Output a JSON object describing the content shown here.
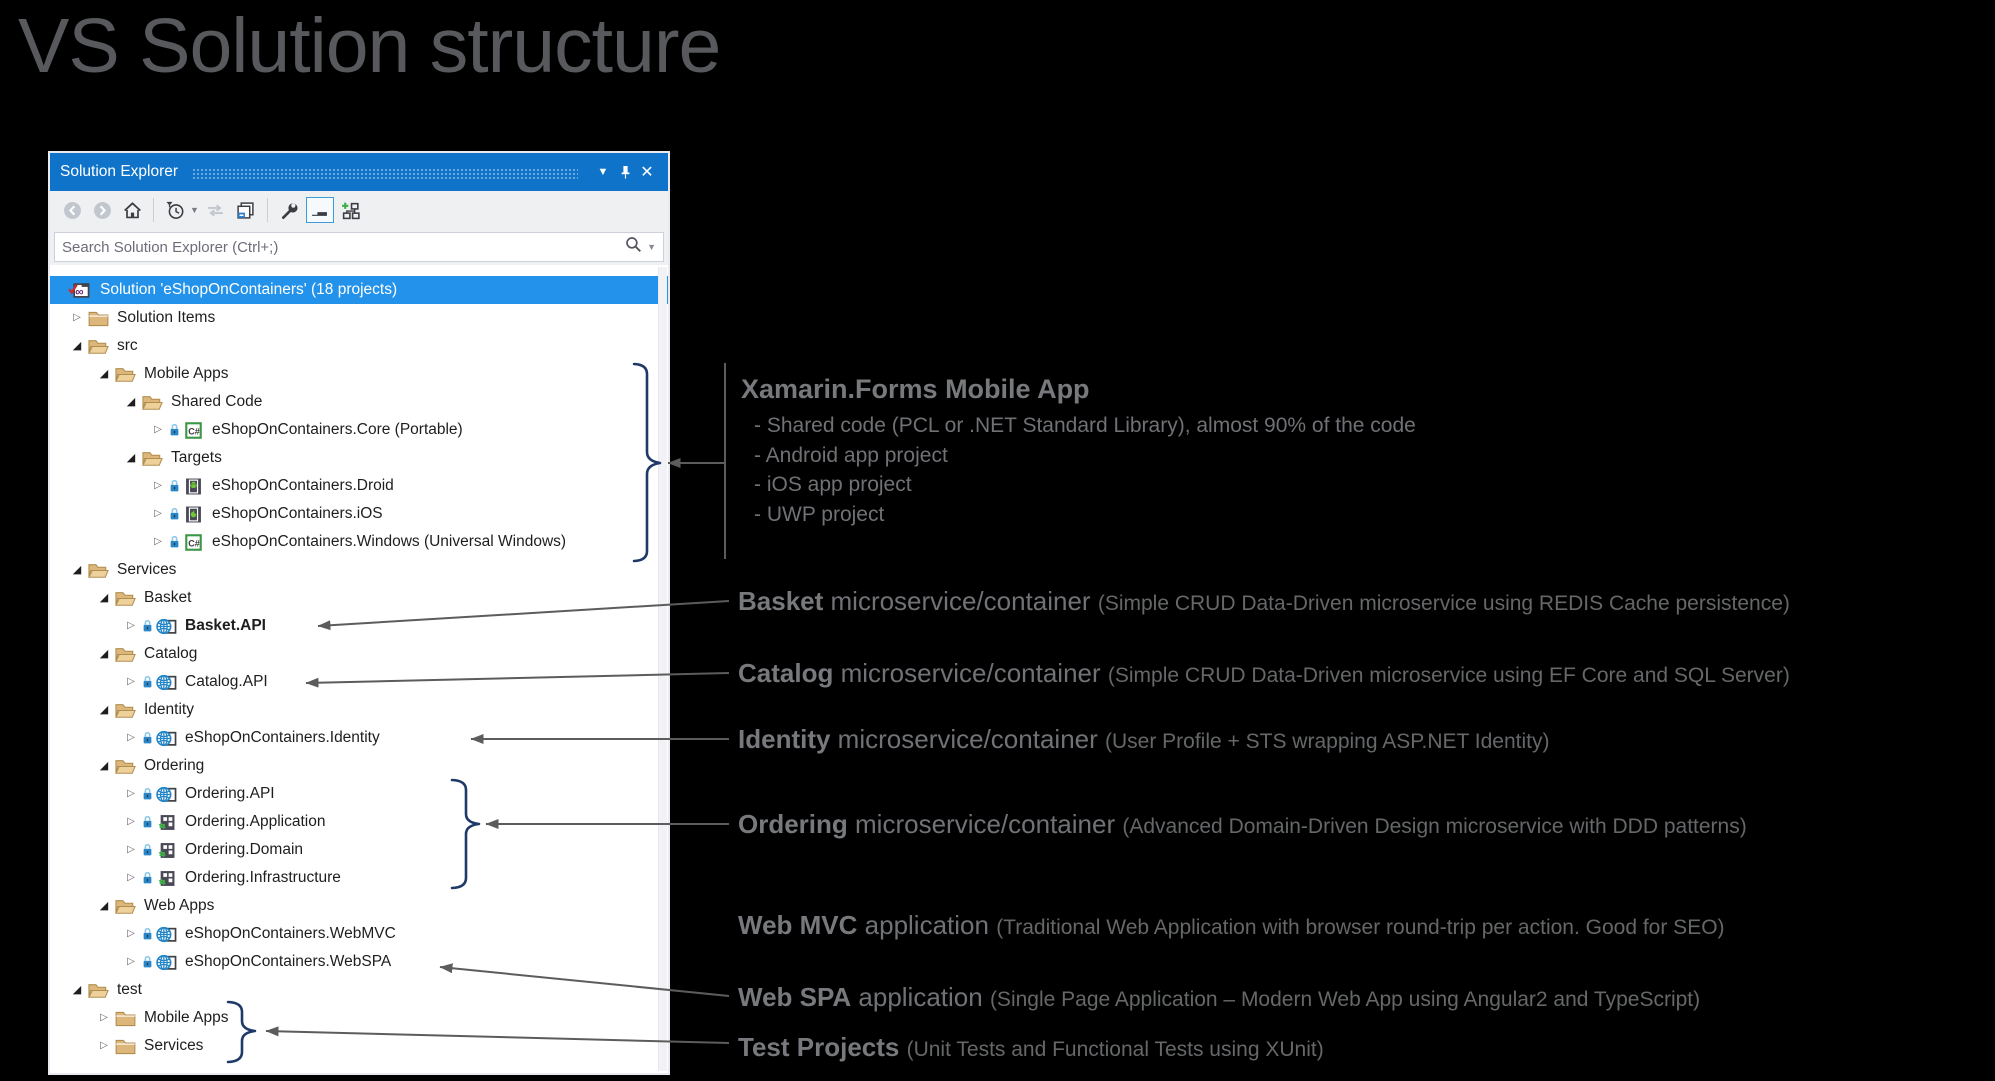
{
  "page": {
    "title": "VS Solution structure"
  },
  "colors": {
    "background": "#000000",
    "page_title_gray": "#57595c",
    "titlebar_blue": "#0e73c9",
    "selection_blue": "#2292ea",
    "toolbar_gray": "#eef0f2",
    "tree_background": "#ffffff",
    "tree_text": "#1e1e1e",
    "folder_tan": "#dcb67a",
    "brace_navy": "#1f3a68",
    "connector_gray": "#5c5c5c",
    "annotation_strong_gray": "#77797c",
    "annotation_text_gray": "#707276",
    "annotation_paren_gray": "#656769"
  },
  "panel": {
    "title": "Solution Explorer",
    "titlebar_icons": [
      "window-position-icon",
      "pin-icon",
      "close-icon"
    ],
    "toolbar_icons": [
      "back",
      "forward",
      "home",
      "pending-changes-filter",
      "sync",
      "collapse-all",
      "properties",
      "preview-selected-items",
      "sync-with-active-document"
    ],
    "search": {
      "placeholder": "Search Solution Explorer (Ctrl+;)"
    },
    "tree": [
      {
        "label": "Solution 'eShopOnContainers' (18 projects)",
        "level": 0,
        "expander": "none",
        "icon": "solution",
        "lock": false,
        "bold": false,
        "selected": true
      },
      {
        "label": "Solution Items",
        "level": 1,
        "expander": "collapsed",
        "icon": "folder-closed",
        "lock": false,
        "bold": false,
        "selected": false
      },
      {
        "label": "src",
        "level": 1,
        "expander": "expanded",
        "icon": "folder-open",
        "lock": false,
        "bold": false,
        "selected": false
      },
      {
        "label": "Mobile Apps",
        "level": 2,
        "expander": "expanded",
        "icon": "folder-open",
        "lock": false,
        "bold": false,
        "selected": false
      },
      {
        "label": "Shared Code",
        "level": 3,
        "expander": "expanded",
        "icon": "folder-open",
        "lock": false,
        "bold": false,
        "selected": false
      },
      {
        "label": "eShopOnContainers.Core (Portable)",
        "level": 4,
        "expander": "collapsed",
        "icon": "csharp",
        "lock": true,
        "bold": false,
        "selected": false
      },
      {
        "label": "Targets",
        "level": 3,
        "expander": "expanded",
        "icon": "folder-open",
        "lock": false,
        "bold": false,
        "selected": false
      },
      {
        "label": "eShopOnContainers.Droid",
        "level": 4,
        "expander": "collapsed",
        "icon": "droid",
        "lock": true,
        "bold": false,
        "selected": false
      },
      {
        "label": "eShopOnContainers.iOS",
        "level": 4,
        "expander": "collapsed",
        "icon": "ios",
        "lock": true,
        "bold": false,
        "selected": false
      },
      {
        "label": "eShopOnContainers.Windows (Universal Windows)",
        "level": 4,
        "expander": "collapsed",
        "icon": "csharp",
        "lock": true,
        "bold": false,
        "selected": false
      },
      {
        "label": "Services",
        "level": 1,
        "expander": "expanded",
        "icon": "folder-open",
        "lock": false,
        "bold": false,
        "selected": false
      },
      {
        "label": "Basket",
        "level": 2,
        "expander": "expanded",
        "icon": "folder-open",
        "lock": false,
        "bold": false,
        "selected": false
      },
      {
        "label": "Basket.API",
        "level": 3,
        "expander": "collapsed",
        "icon": "globe",
        "lock": true,
        "bold": true,
        "selected": false
      },
      {
        "label": "Catalog",
        "level": 2,
        "expander": "expanded",
        "icon": "folder-open",
        "lock": false,
        "bold": false,
        "selected": false
      },
      {
        "label": "Catalog.API",
        "level": 3,
        "expander": "collapsed",
        "icon": "globe",
        "lock": true,
        "bold": false,
        "selected": false
      },
      {
        "label": "Identity",
        "level": 2,
        "expander": "expanded",
        "icon": "folder-open",
        "lock": false,
        "bold": false,
        "selected": false
      },
      {
        "label": "eShopOnContainers.Identity",
        "level": 3,
        "expander": "collapsed",
        "icon": "globe",
        "lock": true,
        "bold": false,
        "selected": false
      },
      {
        "label": "Ordering",
        "level": 2,
        "expander": "expanded",
        "icon": "folder-open",
        "lock": false,
        "bold": false,
        "selected": false
      },
      {
        "label": "Ordering.API",
        "level": 3,
        "expander": "collapsed",
        "icon": "globe",
        "lock": true,
        "bold": false,
        "selected": false
      },
      {
        "label": "Ordering.Application",
        "level": 3,
        "expander": "collapsed",
        "icon": "classlib",
        "lock": true,
        "bold": false,
        "selected": false
      },
      {
        "label": "Ordering.Domain",
        "level": 3,
        "expander": "collapsed",
        "icon": "classlib",
        "lock": true,
        "bold": false,
        "selected": false
      },
      {
        "label": "Ordering.Infrastructure",
        "level": 3,
        "expander": "collapsed",
        "icon": "classlib",
        "lock": true,
        "bold": false,
        "selected": false
      },
      {
        "label": "Web Apps",
        "level": 2,
        "expander": "expanded",
        "icon": "folder-open",
        "lock": false,
        "bold": false,
        "selected": false
      },
      {
        "label": "eShopOnContainers.WebMVC",
        "level": 3,
        "expander": "collapsed",
        "icon": "globe",
        "lock": true,
        "bold": false,
        "selected": false
      },
      {
        "label": "eShopOnContainers.WebSPA",
        "level": 3,
        "expander": "collapsed",
        "icon": "globe",
        "lock": true,
        "bold": false,
        "selected": false
      },
      {
        "label": "test",
        "level": 1,
        "expander": "expanded",
        "icon": "folder-open",
        "lock": false,
        "bold": false,
        "selected": false
      },
      {
        "label": "Mobile Apps",
        "level": 2,
        "expander": "collapsed",
        "icon": "folder-closed",
        "lock": false,
        "bold": false,
        "selected": false
      },
      {
        "label": "Services",
        "level": 2,
        "expander": "collapsed",
        "icon": "folder-closed",
        "lock": false,
        "bold": false,
        "selected": false
      }
    ]
  },
  "annotations": {
    "xamarin": {
      "heading": "Xamarin.Forms Mobile App",
      "bullets": [
        "- Shared code (PCL or .NET Standard Library), almost 90% of the code",
        "- Android app project",
        "- iOS app project",
        "- UWP project"
      ]
    },
    "notes": [
      {
        "name": "Basket",
        "mid": " microservice/container ",
        "paren": "(Simple CRUD Data-Driven microservice using REDIS Cache persistence)"
      },
      {
        "name": "Catalog",
        "mid": " microservice/container ",
        "paren": "(Simple CRUD Data-Driven microservice using EF Core and SQL Server)"
      },
      {
        "name": "Identity",
        "mid": " microservice/container ",
        "paren": "(User Profile + STS wrapping ASP.NET Identity)"
      },
      {
        "name": "Ordering",
        "mid": " microservice/container ",
        "paren": "(Advanced Domain-Driven Design microservice with DDD patterns)"
      },
      {
        "name": "Web MVC",
        "mid": " application ",
        "paren": "(Traditional Web Application with browser round-trip per action. Good for SEO)"
      },
      {
        "name": "Web SPA",
        "mid": " application ",
        "paren": "(Single Page Application – Modern Web App using Angular2 and TypeScript)"
      },
      {
        "name": "Test Projects",
        "mid": " ",
        "paren": "(Unit Tests and Functional Tests using XUnit)"
      }
    ]
  }
}
